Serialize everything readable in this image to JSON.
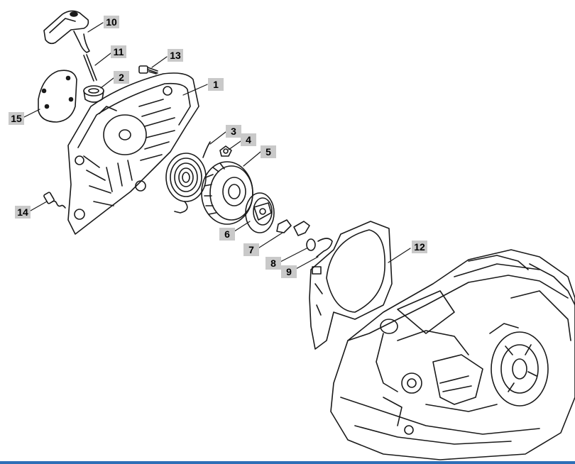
{
  "colors": {
    "line": "#1a1a1a",
    "label_bg": "#c9c9c9",
    "bottom_bar": "#2e6fb7"
  },
  "callouts": [
    {
      "id": "10",
      "label": "10"
    },
    {
      "id": "11",
      "label": "11"
    },
    {
      "id": "13",
      "label": "13"
    },
    {
      "id": "2",
      "label": "2"
    },
    {
      "id": "1",
      "label": "1"
    },
    {
      "id": "15",
      "label": "15"
    },
    {
      "id": "3",
      "label": "3"
    },
    {
      "id": "4",
      "label": "4"
    },
    {
      "id": "5",
      "label": "5"
    },
    {
      "id": "14",
      "label": "14"
    },
    {
      "id": "6",
      "label": "6"
    },
    {
      "id": "7",
      "label": "7"
    },
    {
      "id": "12",
      "label": "12"
    },
    {
      "id": "8",
      "label": "8"
    },
    {
      "id": "9",
      "label": "9"
    }
  ]
}
